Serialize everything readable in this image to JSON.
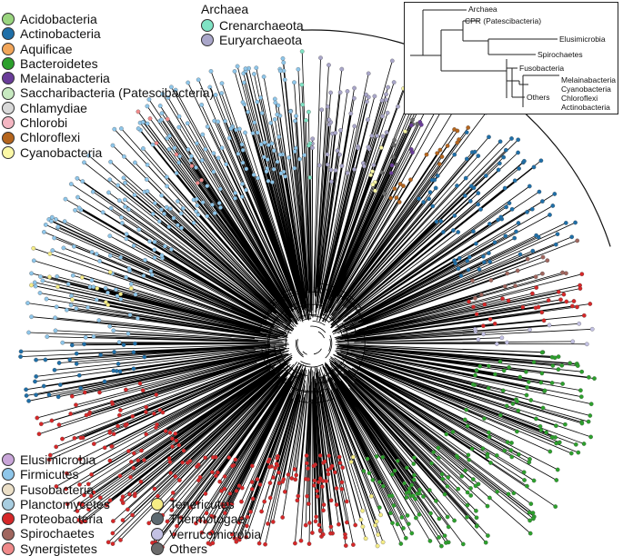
{
  "legend_top": [
    {
      "label": "Acidobacteria",
      "color": "#9ad57f"
    },
    {
      "label": "Actinobacteria",
      "color": "#1f6fa8"
    },
    {
      "label": "Aquificae",
      "color": "#f2a65a"
    },
    {
      "label": "Bacteroidetes",
      "color": "#2ca02c"
    },
    {
      "label": "Melainabacteria",
      "color": "#6a3d9a"
    },
    {
      "label": "Saccharibacteria (Patescibacteria)",
      "color": "#c7e9c0"
    },
    {
      "label": "Chlamydiae",
      "color": "#d9d9d9"
    },
    {
      "label": "Chlorobi",
      "color": "#f4b6c2"
    },
    {
      "label": "Chloroflexi",
      "color": "#b5651d"
    },
    {
      "label": "Cyanobacteria",
      "color": "#fbf8a6"
    }
  ],
  "archaea": {
    "title": "Archaea",
    "items": [
      {
        "label": "Crenarchaeota",
        "color": "#7fe3c4"
      },
      {
        "label": "Euryarchaeota",
        "color": "#a9a6c9"
      }
    ]
  },
  "legend_bottom_left": [
    {
      "label": "Elusimicrobia",
      "color": "#c9a6d9"
    },
    {
      "label": "Firmicutes",
      "color": "#8ec6ea"
    },
    {
      "label": "Fusobacteria",
      "color": "#ece0c8"
    },
    {
      "label": "Planctomycetes",
      "color": "#a8cde0"
    },
    {
      "label": "Proteobacteria",
      "color": "#d62728"
    },
    {
      "label": "Spirochaetes",
      "color": "#a0665e"
    },
    {
      "label": "Synergistetes",
      "color": "#f08a8a"
    }
  ],
  "legend_bottom_right": [
    {
      "label": "Tenericutes",
      "color": "#f5ec85"
    },
    {
      "label": "Thermotogae",
      "color": "#5c6970"
    },
    {
      "label": "Verrucomicrobia",
      "color": "#c3c1e3"
    },
    {
      "label": "Others",
      "color": "#6b6b6b"
    }
  ],
  "inset": {
    "labels": {
      "archaea": "Archaea",
      "cpr": "CPR (Patescibacteria)",
      "elusimicrobia": "Elusimicrobia",
      "spirochaetes": "Spirochaetes",
      "fusobacteria": "Fusobacteria",
      "others": "Others",
      "melainabacteria": "Melainabacteria",
      "cyanobacteria": "Cyanobacteria",
      "chloroflexi": "Chloroflexi",
      "actinobacteria": "Actinobacteria"
    }
  },
  "tree_sectors": [
    {
      "clade": "Euryarchaeota",
      "color": "#a9a6c9",
      "from": -90,
      "to": -70,
      "density": 0.9
    },
    {
      "clade": "Crenarchaeota",
      "color": "#7fe3c4",
      "from": -93,
      "to": -90,
      "density": 0.8
    },
    {
      "clade": "Others",
      "color": "#6b6b6b",
      "from": -70,
      "to": -64,
      "density": 0.6
    },
    {
      "clade": "Cyanobacteria",
      "color": "#fbf8a6",
      "from": -72,
      "to": -66,
      "density": 0.7
    },
    {
      "clade": "Melainabacteria",
      "color": "#6a3d9a",
      "from": -66,
      "to": -62,
      "density": 0.7
    },
    {
      "clade": "Chloroflexi",
      "color": "#b5651d",
      "from": -62,
      "to": -54,
      "density": 0.8
    },
    {
      "clade": "Actinobacteria",
      "color": "#1f6fa8",
      "from": -54,
      "to": -22,
      "density": 0.9
    },
    {
      "clade": "Spirochaetes",
      "color": "#a0665e",
      "from": -22,
      "to": -15,
      "density": 0.7
    },
    {
      "clade": "Proteobacteria",
      "color": "#d62728",
      "from": -15,
      "to": -5,
      "density": 0.9
    },
    {
      "clade": "Verrucomicrobia",
      "color": "#c3c1e3",
      "from": -5,
      "to": 2,
      "density": 0.6
    },
    {
      "clade": "Bacteroidetes",
      "color": "#2ca02c",
      "from": 2,
      "to": 68,
      "density": 0.95
    },
    {
      "clade": "Tenericutes",
      "color": "#f5ec85",
      "from": 68,
      "to": 76,
      "density": 0.5
    },
    {
      "clade": "Proteobacteria",
      "color": "#d62728",
      "from": 76,
      "to": 168,
      "density": 0.95
    },
    {
      "clade": "Actinobacteria",
      "color": "#1f6fa8",
      "from": 168,
      "to": 180,
      "density": 0.9
    },
    {
      "clade": "Firmicutes",
      "color": "#8ec6ea",
      "from": 180,
      "to": 268,
      "density": 0.95
    },
    {
      "clade": "Synergistetes",
      "color": "#f08a8a",
      "from": 232,
      "to": 238,
      "density": 0.4
    },
    {
      "clade": "Tenericutes",
      "color": "#f5ec85",
      "from": 190,
      "to": 200,
      "density": 0.4
    },
    {
      "clade": "Firmicutes",
      "color": "#8ec6ea",
      "from": 254,
      "to": 262,
      "density": 0.7
    }
  ]
}
